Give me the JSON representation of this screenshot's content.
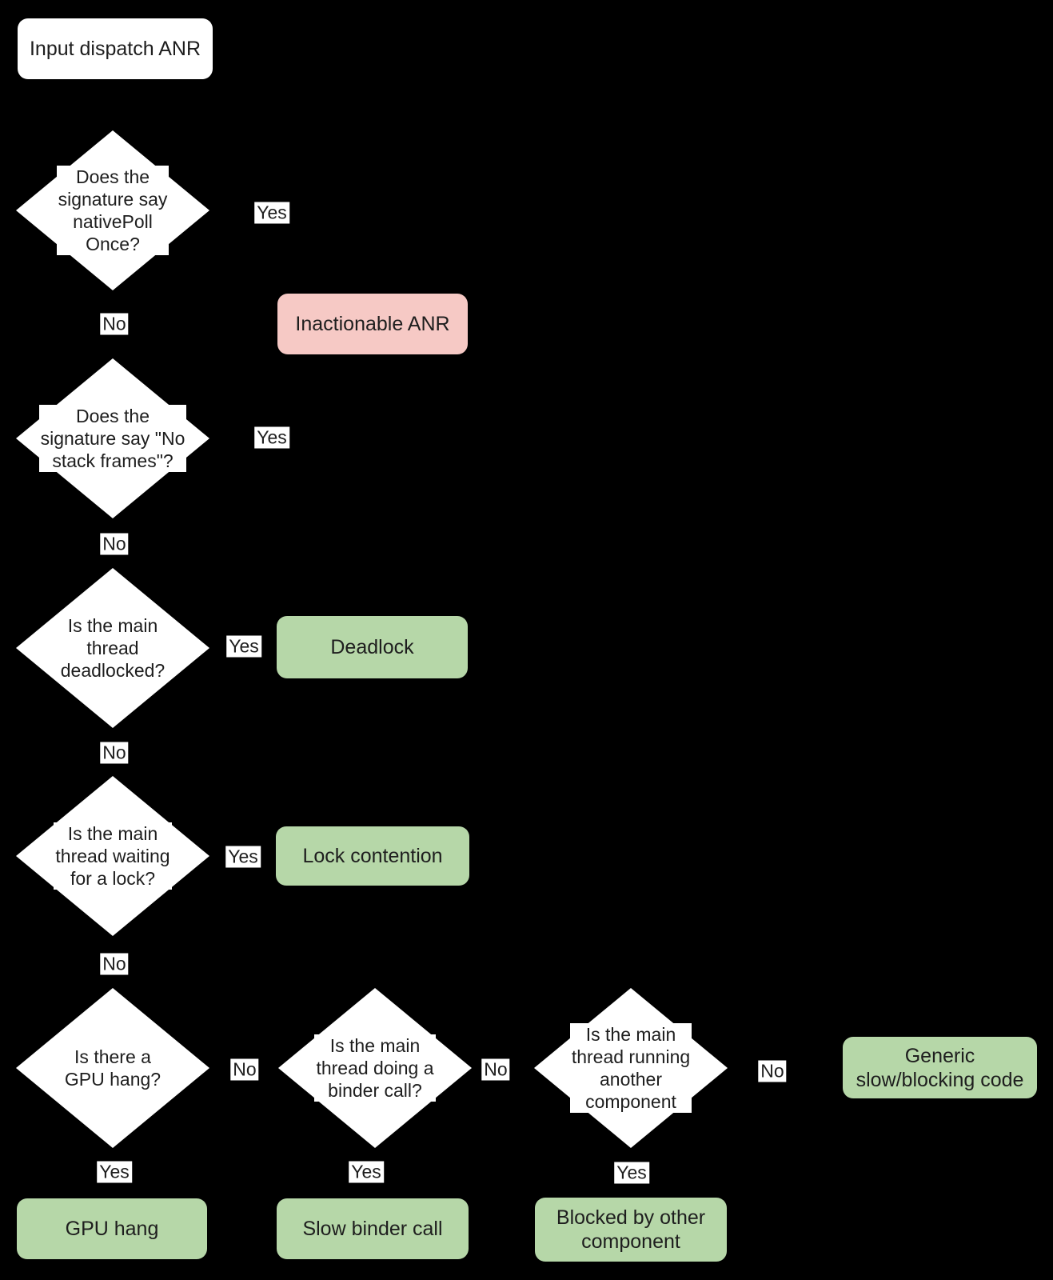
{
  "canvas": {
    "background": "#000000"
  },
  "labels": {
    "yes": "Yes",
    "no": "No"
  },
  "start": {
    "label": "Input dispatch ANR"
  },
  "decisions": {
    "native_poll": {
      "label": "Does the\nsignature say\nnativePoll\nOnce?"
    },
    "no_stack_frames": {
      "label": "Does the\nsignature say \"No\nstack frames\"?"
    },
    "deadlocked": {
      "label": "Is the main\nthread\ndeadlocked?"
    },
    "waiting_lock": {
      "label": "Is the main\nthread waiting\nfor a lock?"
    },
    "gpu_hang": {
      "label": "Is there a\nGPU hang?"
    },
    "binder_call": {
      "label": "Is the main\nthread doing a\nbinder call?"
    },
    "other_component": {
      "label": "Is the main\nthread running\nanother\ncomponent"
    }
  },
  "outcomes": {
    "inactionable": {
      "label": "Inactionable ANR",
      "color": "#f6c9c5"
    },
    "deadlock": {
      "label": "Deadlock",
      "color": "#b6d7a8"
    },
    "lock_contention": {
      "label": "Lock contention",
      "color": "#b6d7a8"
    },
    "generic_slow": {
      "label": "Generic\nslow/blocking code",
      "color": "#b6d7a8"
    },
    "gpu_hang": {
      "label": "GPU hang",
      "color": "#b6d7a8"
    },
    "slow_binder": {
      "label": "Slow binder call",
      "color": "#b6d7a8"
    },
    "blocked_other": {
      "label": "Blocked by other\ncomponent",
      "color": "#b6d7a8"
    }
  }
}
